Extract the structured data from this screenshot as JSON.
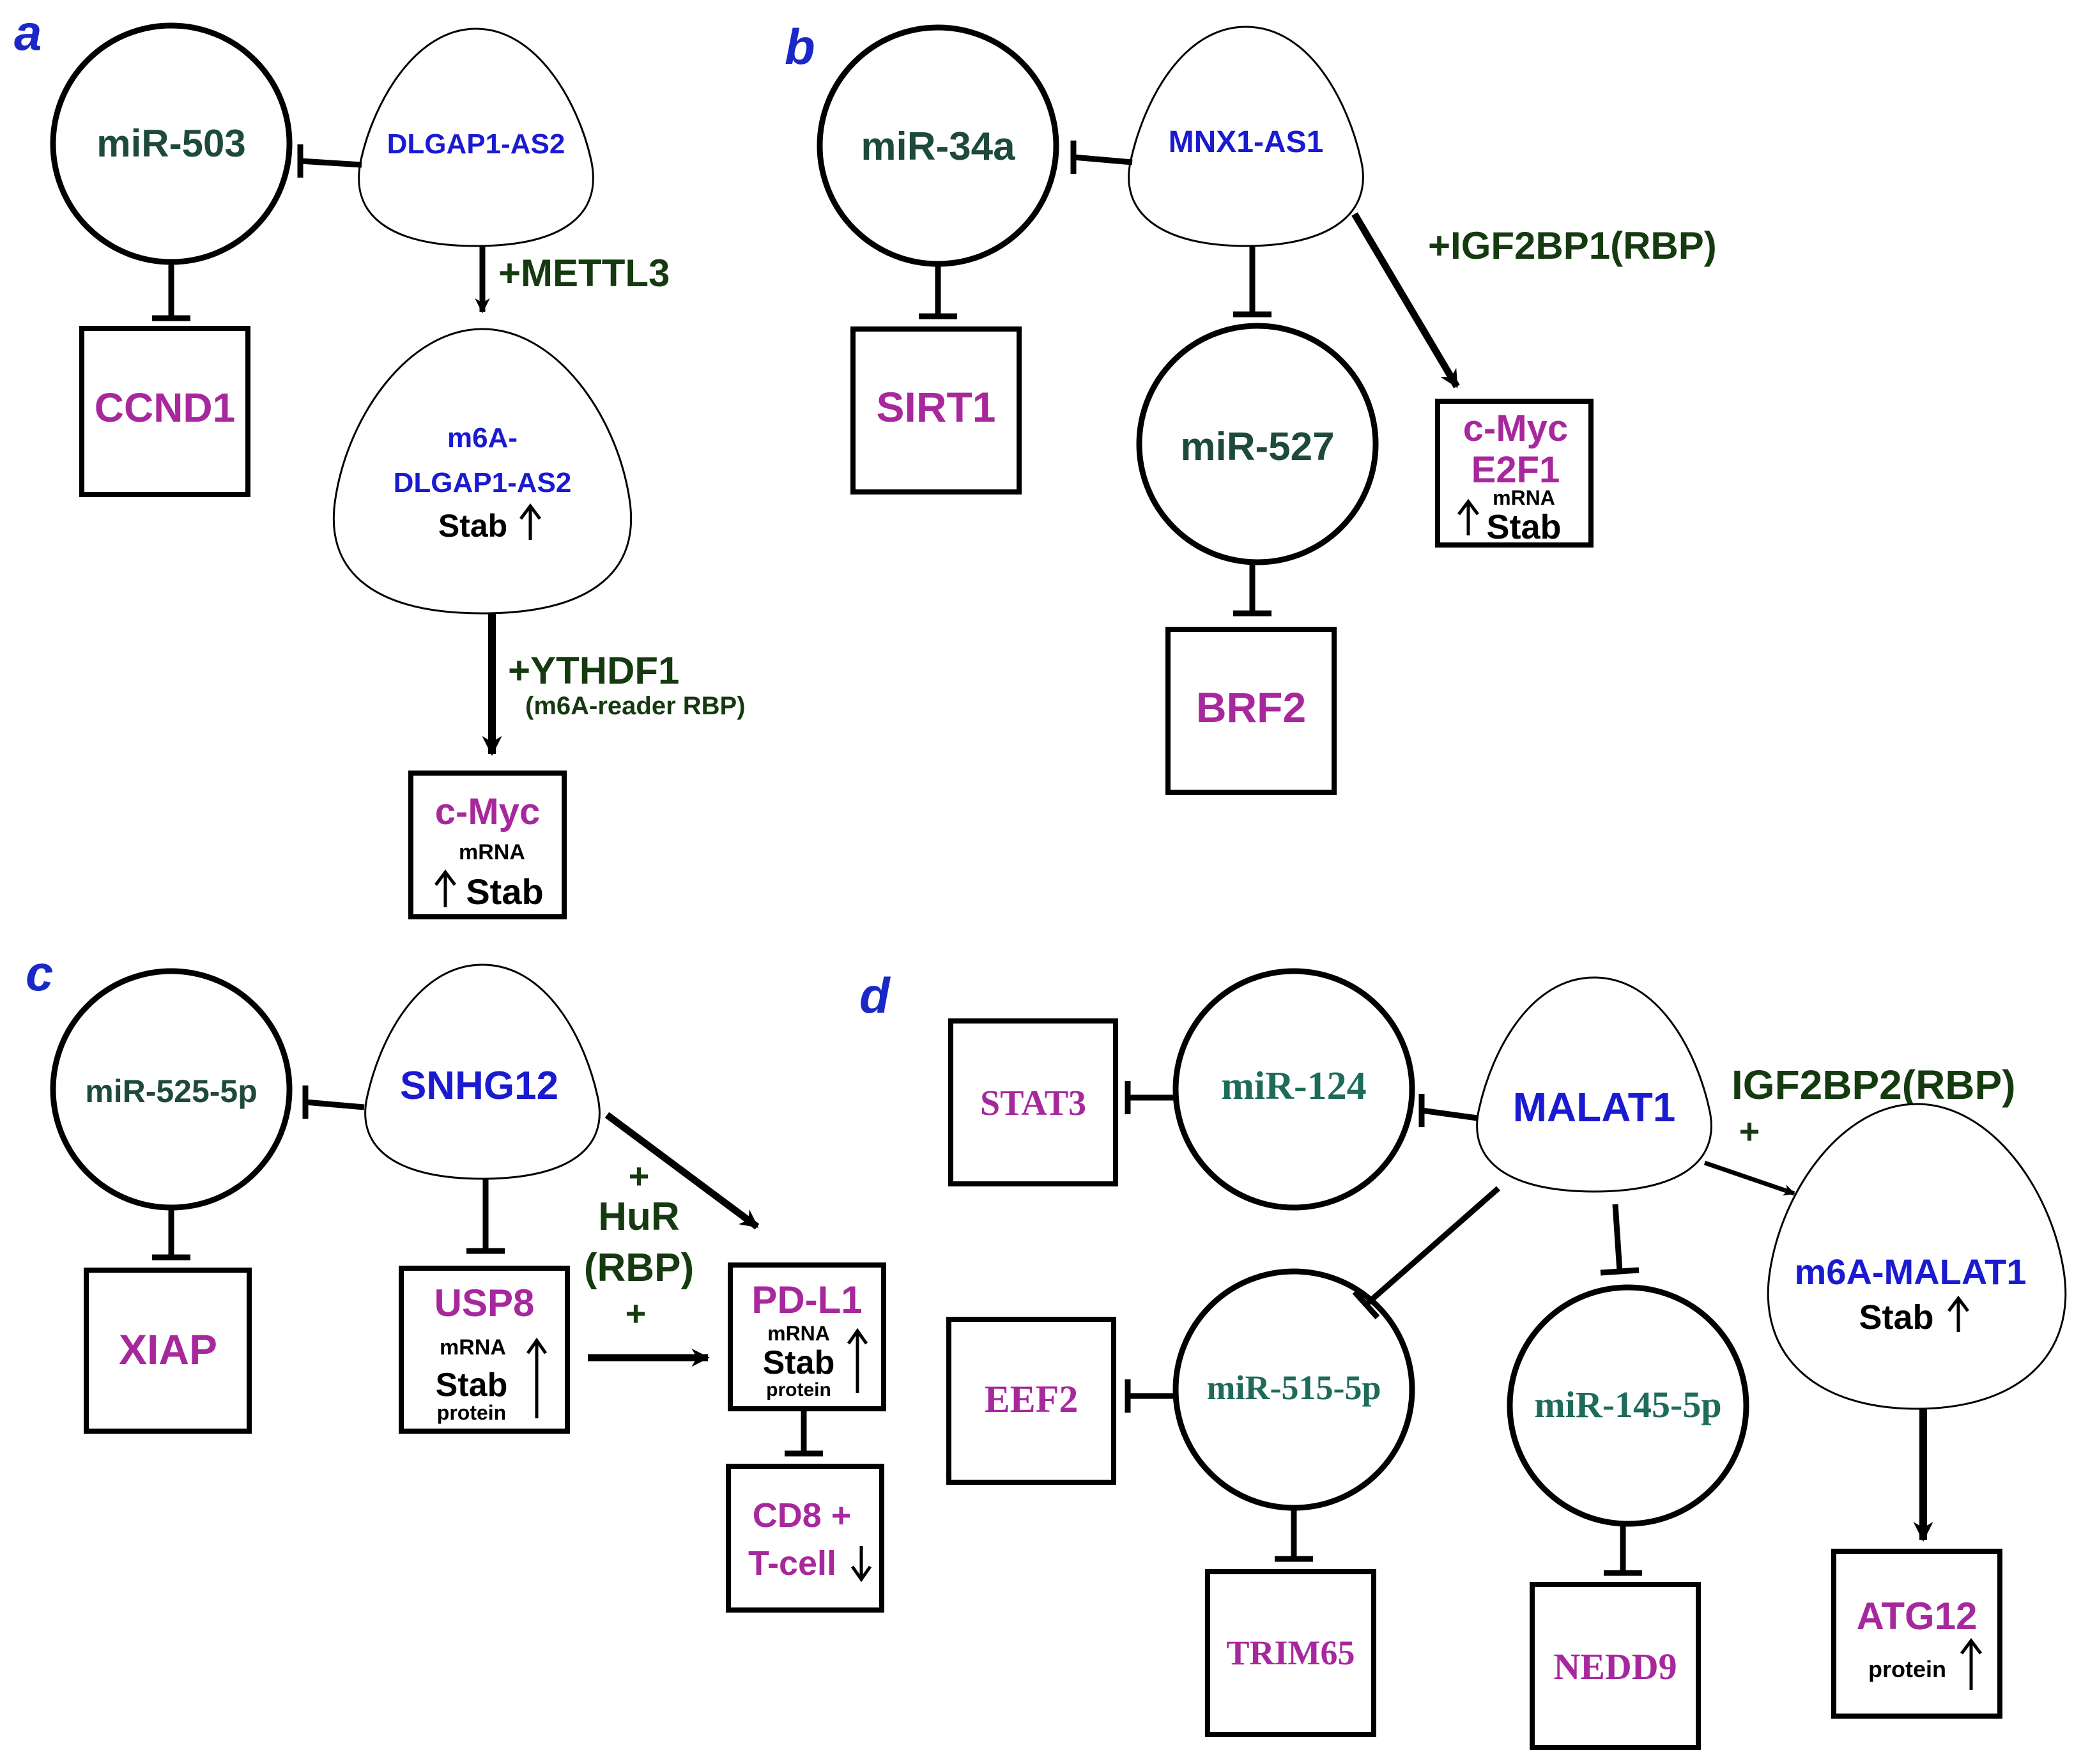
{
  "colors": {
    "panel_label": "#1a28c8",
    "lncrna": "#1a1ad0",
    "mirna": "#1e4a3a",
    "target": "#a7289c",
    "factor": "#153a10",
    "black": "#000000"
  },
  "panel_a": {
    "label": "a",
    "lncrna": "DLGAP1-AS2",
    "mirna": "miR-503",
    "target": "CCND1",
    "enzyme": "+METTL3",
    "modified_line1": "m6A-",
    "modified_line2": "DLGAP1-AS2",
    "modified_stab": "Stab",
    "reader": "+YTHDF1",
    "reader_note": "(m6A-reader RBP)",
    "output": "c-Myc",
    "output_sub": "mRNA",
    "output_stab": "Stab"
  },
  "panel_b": {
    "label": "b",
    "lncrna": "MNX1-AS1",
    "mirna1": "miR-34a",
    "target1": "SIRT1",
    "mirna2": "miR-527",
    "target2": "BRF2",
    "rbp": "+IGF2BP1(RBP)",
    "output_line1": "c-Myc",
    "output_line2": "E2F1",
    "output_sub": "mRNA",
    "output_stab": "Stab"
  },
  "panel_c": {
    "label": "c",
    "lncrna": "SNHG12",
    "mirna": "miR-525-5p",
    "target": "XIAP",
    "usp8": "USP8",
    "usp8_sub": "mRNA",
    "usp8_stab": "Stab",
    "usp8_protein": "protein",
    "plus_top": "+",
    "rbp_name": "HuR",
    "rbp_type": "(RBP)",
    "plus_bottom": "+",
    "pdl1": "PD-L1",
    "pdl1_sub": "mRNA",
    "pdl1_stab": "Stab",
    "pdl1_protein": "protein",
    "cd8_line1": "CD8 +",
    "cd8_line2": "T-cell"
  },
  "panel_d": {
    "label": "d",
    "lncrna": "MALAT1",
    "mirna1": "miR-124",
    "target1": "STAT3",
    "mirna2": "miR-515-5p",
    "target2a": "EEF2",
    "target2b": "TRIM65",
    "mirna3": "miR-145-5p",
    "target3": "NEDD9",
    "rbp": "IGF2BP2(RBP)",
    "plus": "+",
    "modified": "m6A-MALAT1",
    "modified_stab": "Stab",
    "output": "ATG12",
    "output_sub": "protein"
  }
}
